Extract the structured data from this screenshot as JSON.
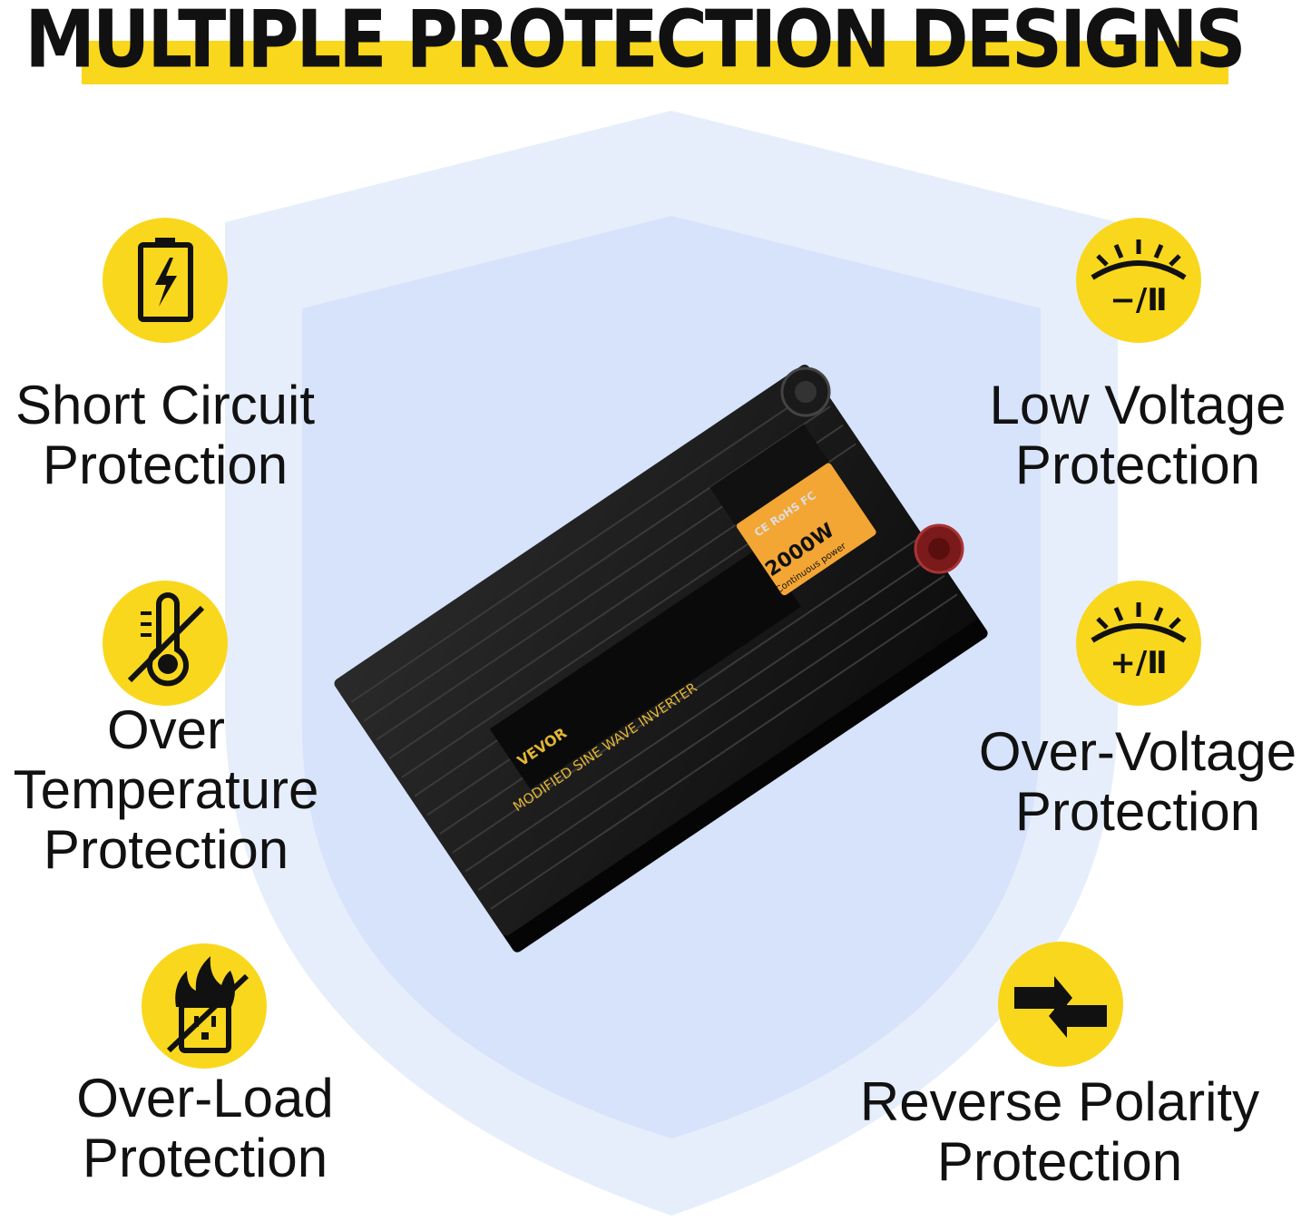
{
  "header": {
    "title": "MULTIPLE PROTECTION DESIGNS"
  },
  "colors": {
    "accent": "#f9d71c",
    "shield_outer": "#e6eefb",
    "shield_inner": "#d6e3fa",
    "text": "#111111"
  },
  "features": [
    {
      "icon": "battery-bolt-icon",
      "line1": "Short Circuit",
      "line2": "Protection"
    },
    {
      "icon": "thermometer-crossed-icon",
      "line1": "Over",
      "line2": "Temperature",
      "line3": "Protection"
    },
    {
      "icon": "fire-outlet-crossed-icon",
      "line1": "Over-Load",
      "line2": "Protection"
    },
    {
      "icon": "low-voltage-icon",
      "icon_label": "−/Ⅱ",
      "line1": "Low Voltage",
      "line2": "Protection"
    },
    {
      "icon": "over-voltage-icon",
      "icon_label": "+/Ⅱ",
      "line1": "Over-Voltage",
      "line2": "Protection"
    },
    {
      "icon": "reverse-polarity-icon",
      "line1": "Reverse Polarity",
      "line2": "Protection"
    }
  ],
  "product": {
    "brand": "VEVOR",
    "model_text": "MODIFIED SINE WAVE INVERTER",
    "power": "2000W",
    "power_caption": "Continuous power",
    "certs": "CE RoHS FC"
  }
}
